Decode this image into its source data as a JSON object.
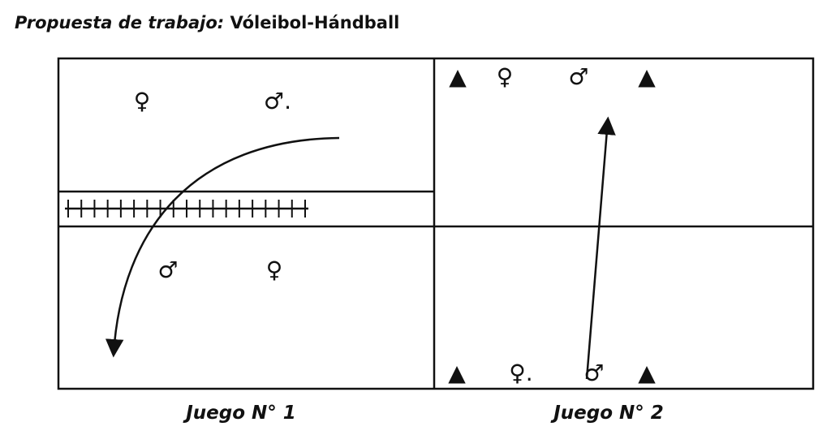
{
  "title": {
    "prefix": "Propuesta de trabajo:",
    "main": "Vóleibol-Hándball"
  },
  "games": [
    {
      "caption": "Juego N° 1"
    },
    {
      "caption": "Juego N° 2"
    }
  ],
  "symbols": {
    "female": "♀",
    "male": "♂",
    "female_with_ball": "♀.",
    "male_with_ball": "♂.",
    "cone": "▲"
  },
  "colors": {
    "line": "#111111",
    "background": "#ffffff"
  }
}
